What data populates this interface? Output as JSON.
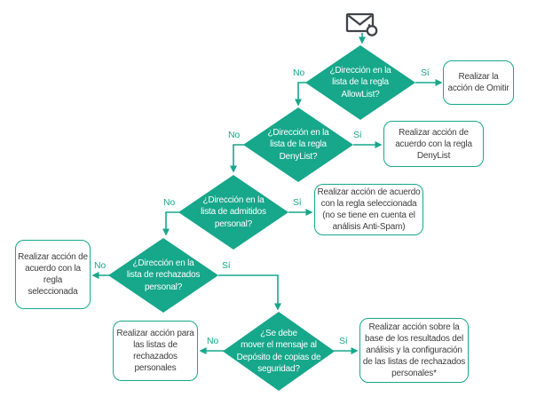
{
  "colors": {
    "teal": "#17A78B",
    "ink": "#3D3D3D",
    "bg": "#FFFFFF",
    "iconink": "#404348"
  },
  "labels": {
    "yes": "Sí",
    "no": "No"
  },
  "icons": {
    "source": "email-icon"
  },
  "decisions": [
    {
      "id": "allowlist",
      "question": "¿Dirección en la\nlista de la regla\nAllowList?"
    },
    {
      "id": "denylist",
      "question": "¿Dirección en la\nlista de la regla\nDenyList?"
    },
    {
      "id": "personal-allowlist",
      "question": "¿Dirección en la\nlista de admitidos\npersonal?"
    },
    {
      "id": "personal-denylist",
      "question": "¿Dirección en la\nlista de rechazados\npersonal?"
    },
    {
      "id": "backup-storage",
      "question": "¿Se debe\nmover el mensaje al\nDepósito de copias de\nseguridad?"
    }
  ],
  "actions": [
    {
      "id": "omit",
      "text": "Realizar la\nacción de Omitir"
    },
    {
      "id": "denylist-rule",
      "text": "Realizar acción de\nacuerdo con la regla\nDenyList"
    },
    {
      "id": "selected-rule-antispam",
      "text": "Realizar acción de acuerdo\ncon la regla seleccionada\n(no se tiene en cuenta el\nanálisis Anti-Spam)"
    },
    {
      "id": "selected-rule",
      "text": "Realizar acción de\nacuerdo con la\nregla seleccionada"
    },
    {
      "id": "personal-deny-lists",
      "text": "Realizar acción para\nlas listas de\nrechazados\npersonales"
    },
    {
      "id": "analysis-results",
      "text": "Realizar acción sobre la\nbase de los resultados del\nanálisis y la configuración\nde las listas de rechazados\npersonales*"
    }
  ]
}
